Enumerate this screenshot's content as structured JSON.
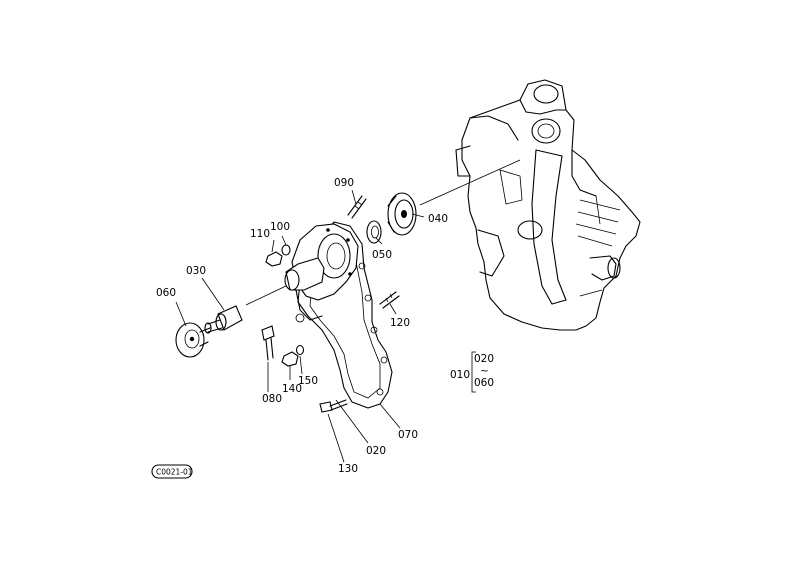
{
  "parts": {
    "p010": "010",
    "p020a": "020",
    "p020b": "020",
    "p030": "030",
    "p040": "040",
    "p050": "050",
    "p060": "060",
    "p070": "070",
    "p080": "080",
    "p090": "090",
    "p100": "100",
    "p110": "110",
    "p120": "120",
    "p130": "130",
    "p140": "140",
    "p150": "150",
    "set_top": "020",
    "set_tilde": "~",
    "set_bottom": "060"
  },
  "figure_ref": "C0021-01"
}
